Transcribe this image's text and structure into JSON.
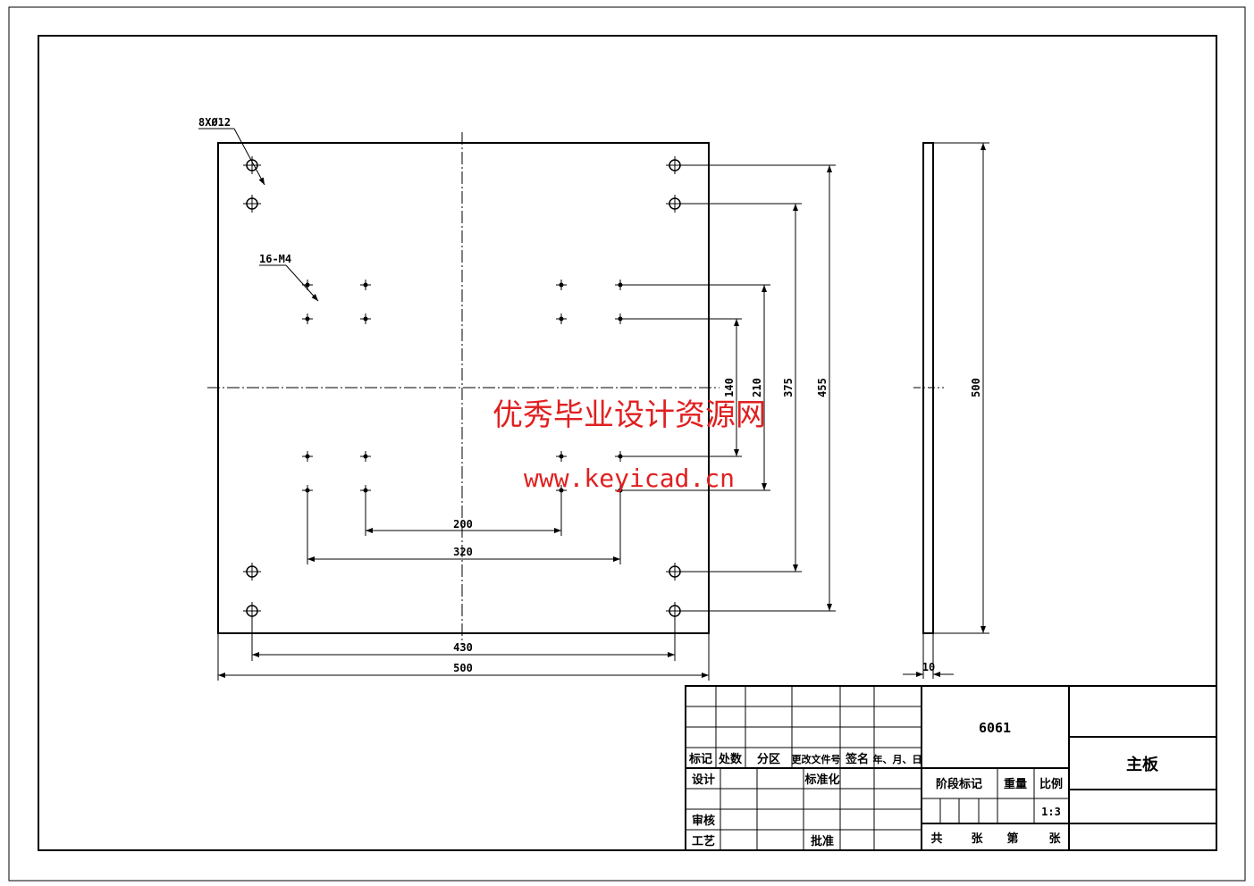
{
  "annotations": {
    "large_holes": "8XØ12",
    "small_holes": "16-M4"
  },
  "dimensions": {
    "d140": "140",
    "d210": "210",
    "d375": "375",
    "d455": "455",
    "d500_side": "500",
    "d200": "200",
    "d320": "320",
    "d430": "430",
    "d500_bottom": "500",
    "d10": "10"
  },
  "watermark": {
    "title": "优秀毕业设计资源网",
    "url": "www.keyicad.cn"
  },
  "title_block": {
    "material": "6061",
    "part_name": "主板",
    "scale": "1:3",
    "col_mark": "标记",
    "col_count": "处数",
    "col_zone": "分区",
    "col_change": "更改文件号",
    "col_sign": "签名",
    "col_date": "年、月、日",
    "design": "设计",
    "standard": "标准化",
    "review": "审核",
    "process": "工艺",
    "approve": "批准",
    "stage": "阶段标记",
    "weight": "重量",
    "ratio": "比例",
    "total": "共",
    "sheets": "张",
    "sheet_no": "第",
    "sheets2": "张"
  }
}
